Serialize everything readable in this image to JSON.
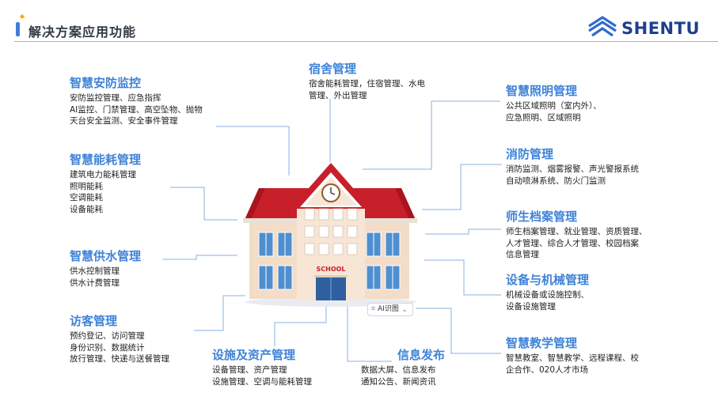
{
  "header": {
    "title": "解决方案应用功能",
    "logo_text": "SHENTU"
  },
  "school_sign": "SCHOOL",
  "features": [
    {
      "id": "security",
      "title": "智慧安防监控",
      "lines": [
        "安防监控管理、应急指挥",
        "AI监控、门禁管理、高空坠物、抛物",
        "天台安全监测、安全事件管理"
      ]
    },
    {
      "id": "energy",
      "title": "智慧能耗管理",
      "lines": [
        "建筑电力能耗管理",
        "照明能耗",
        "空调能耗",
        "设备能耗"
      ]
    },
    {
      "id": "water",
      "title": "智慧供水管理",
      "lines": [
        "供水控制管理",
        "供水计费管理"
      ]
    },
    {
      "id": "visitor",
      "title": "访客管理",
      "lines": [
        "预约登记、访问管理",
        "身份识别、数据统计",
        "放行管理、快递与送餐管理"
      ]
    },
    {
      "id": "dorm",
      "title": "宿舍管理",
      "lines": [
        "宿舍能耗管理，住宿管理、水电",
        "管理、外出管理"
      ]
    },
    {
      "id": "assets",
      "title": "设施及资产管理",
      "lines": [
        "设备管理、资产管理",
        "设施管理、空调与能耗管理"
      ]
    },
    {
      "id": "info",
      "title": "信息发布",
      "lines": [
        "数据大屏、信息发布",
        "通知公告、新闻资讯"
      ]
    },
    {
      "id": "lighting",
      "title": "智慧照明管理",
      "lines": [
        "公共区域照明（室内外）、",
        "应急照明、区域照明"
      ]
    },
    {
      "id": "fire",
      "title": "消防管理",
      "lines": [
        "消防监测、烟雾报警、声光警报系统",
        "自动喷淋系统、防火门监测"
      ]
    },
    {
      "id": "archive",
      "title": "师生档案管理",
      "lines": [
        "师生档案管理、就业管理、资质管理、",
        "人才管理、综合人才管理、校园档案",
        "信息管理"
      ]
    },
    {
      "id": "equipment",
      "title": "设备与机械管理",
      "lines": [
        "机械设备或设施控制、",
        "设备设施管理"
      ]
    },
    {
      "id": "teaching",
      "title": "智慧教学管理",
      "lines": [
        "智慧教室、智慧教学、远程课程、校",
        "企合作、020人才市场"
      ]
    }
  ],
  "ai_button": {
    "label": "AI识图"
  },
  "colors": {
    "title_blue": "#3f83d8",
    "logo_blue": "#1c3f8c",
    "roof_red": "#c8202a",
    "wall": "#f3dcc8",
    "window": "#4f8fd0",
    "connector": "#8ab0e0"
  }
}
